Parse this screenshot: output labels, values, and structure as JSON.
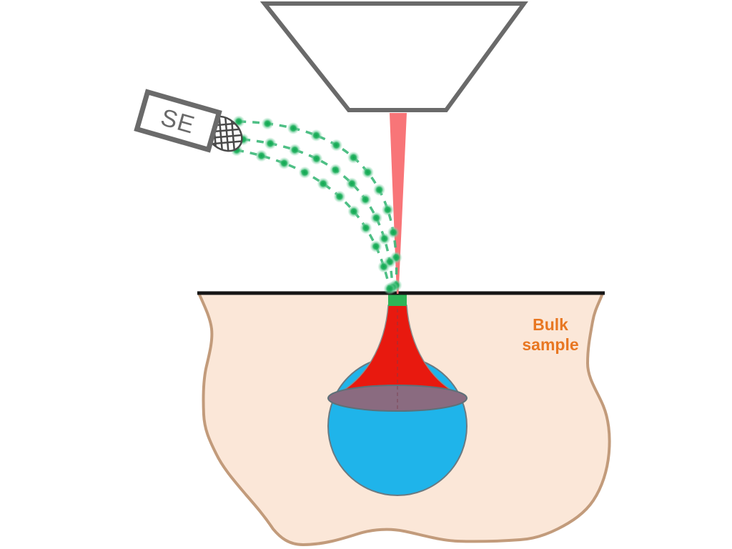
{
  "labels": {
    "detector": "SE",
    "bulk_sample_line1": "Bulk",
    "bulk_sample_line2": "sample"
  },
  "icons": {
    "detector_mesh": "crosshatch-grid-icon",
    "electron_dot": "glowing-green-dot"
  },
  "colors": {
    "lens_stroke": "#6a6a6a",
    "beam_red": "#f87578",
    "surface_black": "#161616",
    "sample_fill": "#fbe7d8",
    "sample_stroke": "#c29b7b",
    "impact_green": "#2eb457",
    "interaction_red": "#e8190f",
    "interaction_outline": "#8c8c8c",
    "sphere_blue": "#1fb4ea",
    "sphere_stroke": "#6a7a82",
    "ellipse_purple": "#8a6b80",
    "ellipse_stroke": "#5e7078",
    "label_orange": "#e87722",
    "detector_text": "#6a6a6a",
    "mesh_stroke": "#4a4a4a",
    "dot_core": "#0da64f",
    "dot_mid": "#22b15f",
    "dot_halo": "#79d1a2",
    "centerline": "#7a3c4a"
  },
  "trajectories": {
    "stroke": "#3bb878",
    "dash": "10 9",
    "stroke_width": 3.5,
    "dot_radius": 8.5,
    "paths": [
      {
        "start": [
          334,
          170
        ],
        "ctrl": [
          566,
          176
        ],
        "end": [
          554,
          399
        ],
        "dots": 12
      },
      {
        "start": [
          340,
          195
        ],
        "ctrl": [
          540,
          215
        ],
        "end": [
          549,
          402
        ],
        "dots": 11
      },
      {
        "start": [
          331,
          210
        ],
        "ctrl": [
          512,
          243
        ],
        "end": [
          545,
          404
        ],
        "dots": 11
      }
    ]
  }
}
